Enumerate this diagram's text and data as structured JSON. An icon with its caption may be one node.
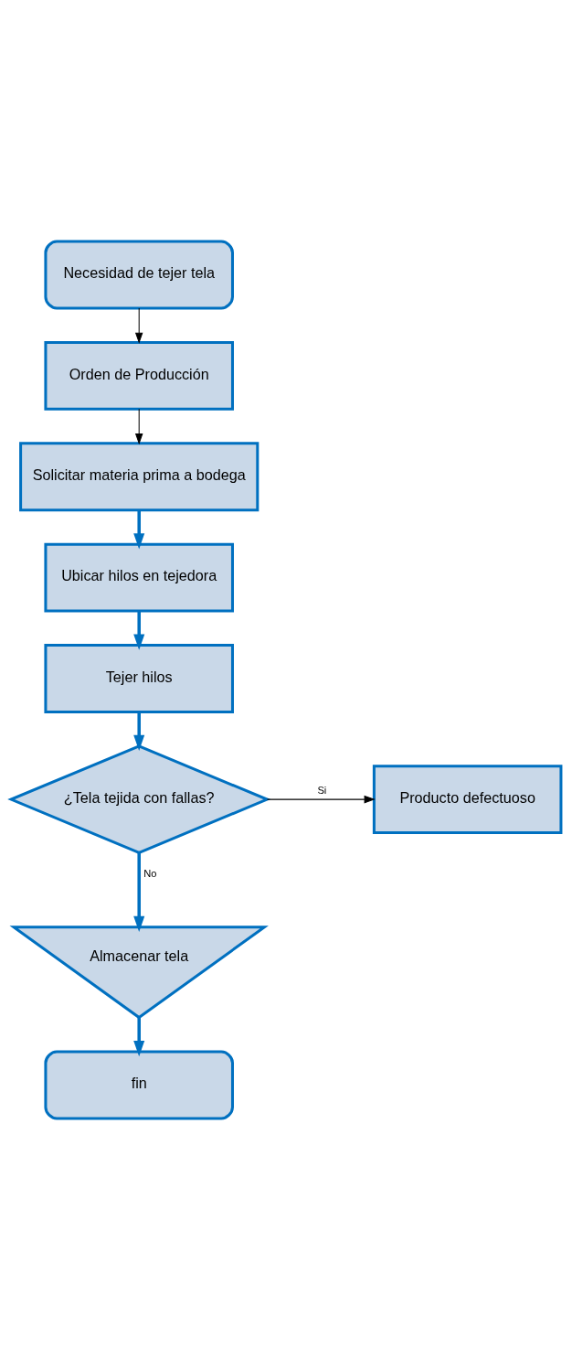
{
  "diagram": {
    "nodes": [
      {
        "text": [
          "Necesidad de tejer tela"
        ]
      },
      {
        "text": [
          "Orden de Producción"
        ]
      },
      {
        "text": [
          "Solicitar materia prima a bodega"
        ]
      },
      {
        "text": [
          "Ubicar hilos en tejedora"
        ]
      },
      {
        "text": [
          "Tejer hilos"
        ]
      },
      {
        "text": [
          "¿Tela tejida con fallas?"
        ]
      },
      {
        "text": [
          "Producto defectuoso"
        ]
      },
      {
        "text": [
          "Almacenar tela"
        ]
      },
      {
        "text": [
          "fin"
        ]
      }
    ],
    "edges": [
      {
        "from": 0,
        "to": 1,
        "arrow": "to",
        "color": "#000000"
      },
      {
        "from": 1,
        "to": 2,
        "arrow": "to",
        "color": "#000000"
      },
      {
        "from": 2,
        "to": 3,
        "arrow": "to"
      },
      {
        "from": 3,
        "to": 4,
        "arrow": "to"
      },
      {
        "from": 4,
        "to": 5,
        "arrow": "to"
      },
      {
        "from": 5,
        "to": 6,
        "arrow": "to",
        "label": "Si",
        "color": "#000000"
      },
      {
        "from": 5,
        "to": 7,
        "arrow": "to",
        "label": "No"
      },
      {
        "from": 7,
        "to": 8,
        "arrow": "to"
      }
    ]
  }
}
